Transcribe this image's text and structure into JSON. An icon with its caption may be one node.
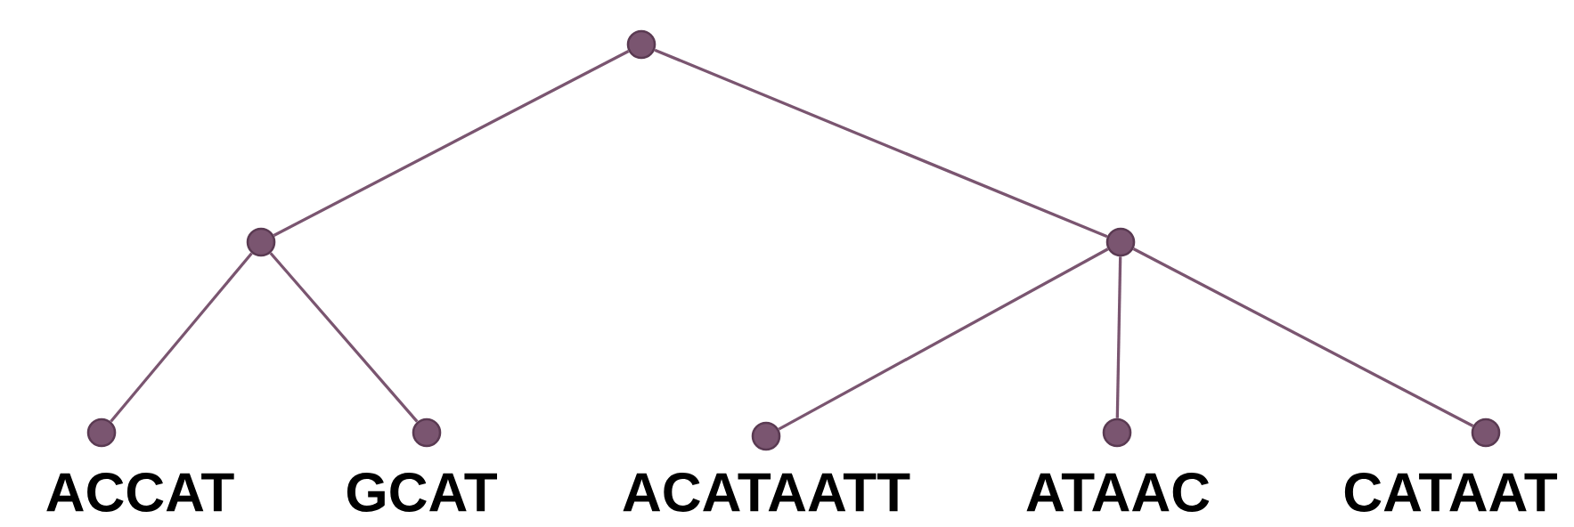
{
  "diagram": {
    "nodes": [
      {
        "text": [],
        "shape": "circle"
      },
      {
        "text": [],
        "shape": "circle"
      },
      {
        "text": [],
        "shape": "circle"
      },
      {
        "text": [],
        "shape": "circle",
        "beside": [
          "ACCAT"
        ]
      },
      {
        "text": [],
        "shape": "circle",
        "beside": [
          "GCAT"
        ]
      },
      {
        "text": [],
        "shape": "circle",
        "beside": [
          "ACATAATT"
        ]
      },
      {
        "text": [],
        "shape": "circle",
        "beside": [
          "ATAAC"
        ]
      },
      {
        "text": [],
        "shape": "circle",
        "beside": [
          "CATAAT"
        ]
      }
    ],
    "edges": [
      {
        "from": 0,
        "to": 1,
        "arrow": "none"
      },
      {
        "from": 0,
        "to": 2,
        "arrow": "none"
      },
      {
        "from": 1,
        "to": 3,
        "arrow": "none"
      },
      {
        "from": 1,
        "to": 4,
        "arrow": "none"
      },
      {
        "from": 2,
        "to": 5,
        "arrow": "none"
      },
      {
        "from": 2,
        "to": 6,
        "arrow": "none"
      },
      {
        "from": 2,
        "to": 7,
        "arrow": "none"
      }
    ]
  }
}
